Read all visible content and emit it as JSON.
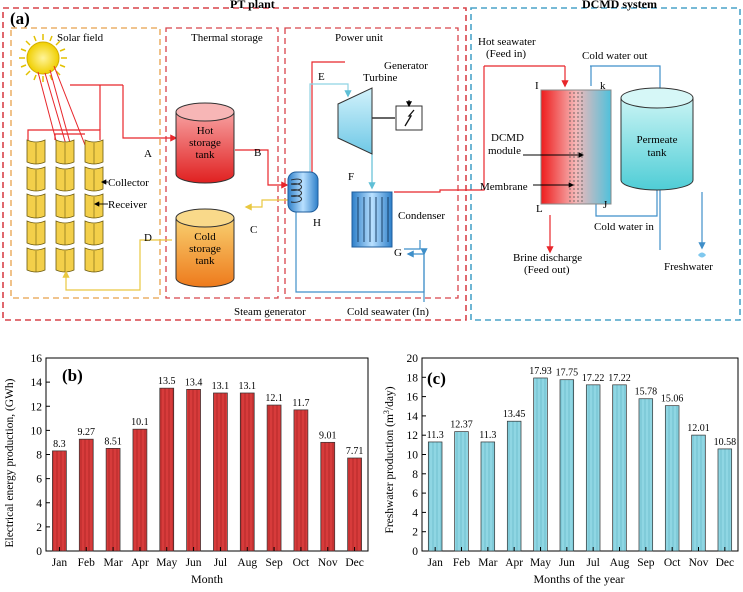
{
  "panel_a": {
    "panel_label": "(a)",
    "pt_plant_title": "PT plant",
    "dcmd_title": "DCMD system",
    "solar_field": "Solar field",
    "thermal_storage": "Thermal storage",
    "power_unit": "Power unit",
    "hot_tank": [
      "Hot",
      "storage",
      "tank"
    ],
    "cold_tank": [
      "Cold",
      "storage",
      "tank"
    ],
    "collector": "Collector",
    "receiver": "Receiver",
    "turbine": "Turbine",
    "generator": "Generator",
    "condenser": "Condenser",
    "steam_generator": "Steam generator",
    "cold_seawater_in": "Cold seawater (In)",
    "hot_seawater": [
      "Hot seawater",
      "(Feed in)"
    ],
    "cold_water_out": "Cold water out",
    "cold_water_in": "Cold water in",
    "dcmd_module": [
      "DCMD",
      "module"
    ],
    "membrane": "Membrane",
    "permeate_tank": [
      "Permeate",
      "tank"
    ],
    "brine_discharge": [
      "Brine discharge",
      "(Feed out)"
    ],
    "freshwater": "Freshwater",
    "points": {
      "A": "A",
      "B": "B",
      "C": "C",
      "D": "D",
      "E": "E",
      "F": "F",
      "G": "G",
      "H": "H",
      "I": "I",
      "J": "J",
      "k": "k",
      "L": "L"
    }
  },
  "colors": {
    "red_line": "#e8262b",
    "pink_line": "#e34b6a",
    "blue_line": "#3f8fc9",
    "cyan_line": "#8fd3e3",
    "yellow_line": "#e9c840",
    "bar_red": "#d73b3b",
    "bar_cyan": "#8fd6e3"
  },
  "chart_data": [
    {
      "type": "bar",
      "panel_label": "(b)",
      "categories": [
        "Jan",
        "Feb",
        "Mar",
        "Apr",
        "May",
        "Jun",
        "Jul",
        "Aug",
        "Sep",
        "Oct",
        "Nov",
        "Dec"
      ],
      "values": [
        8.3,
        9.27,
        8.51,
        10.1,
        13.5,
        13.4,
        13.1,
        13.1,
        12.1,
        11.7,
        9.01,
        7.71
      ],
      "labels": [
        "8.3",
        "9.27",
        "8.51",
        "10.1",
        "13.5",
        "13.4",
        "13.1",
        "13.1",
        "12.1",
        "11.7",
        "9.01",
        "7.71"
      ],
      "xlabel": "Month",
      "ylabel": "Electrical energy production, (GWh)",
      "ylim": [
        0,
        16
      ],
      "yticks": [
        0,
        2,
        4,
        6,
        8,
        10,
        12,
        14,
        16
      ]
    },
    {
      "type": "bar",
      "panel_label": "(c)",
      "categories": [
        "Jan",
        "Feb",
        "Mar",
        "Apr",
        "May",
        "Jun",
        "Jul",
        "Aug",
        "Sep",
        "Oct",
        "Nov",
        "Dec"
      ],
      "values": [
        11.3,
        12.37,
        11.3,
        13.45,
        17.93,
        17.75,
        17.22,
        17.22,
        15.78,
        15.06,
        12.01,
        10.58
      ],
      "labels": [
        "11.3",
        "12.37",
        "11.3",
        "13.45",
        "17.93",
        "17.75",
        "17.22",
        "17.22",
        "15.78",
        "15.06",
        "12.01",
        "10.58"
      ],
      "xlabel": "Months of the year",
      "ylabel": "Freshwater production (m3/day)",
      "ylim": [
        0,
        20
      ],
      "yticks": [
        0,
        2,
        4,
        6,
        8,
        10,
        12,
        14,
        16,
        18,
        20
      ]
    }
  ]
}
